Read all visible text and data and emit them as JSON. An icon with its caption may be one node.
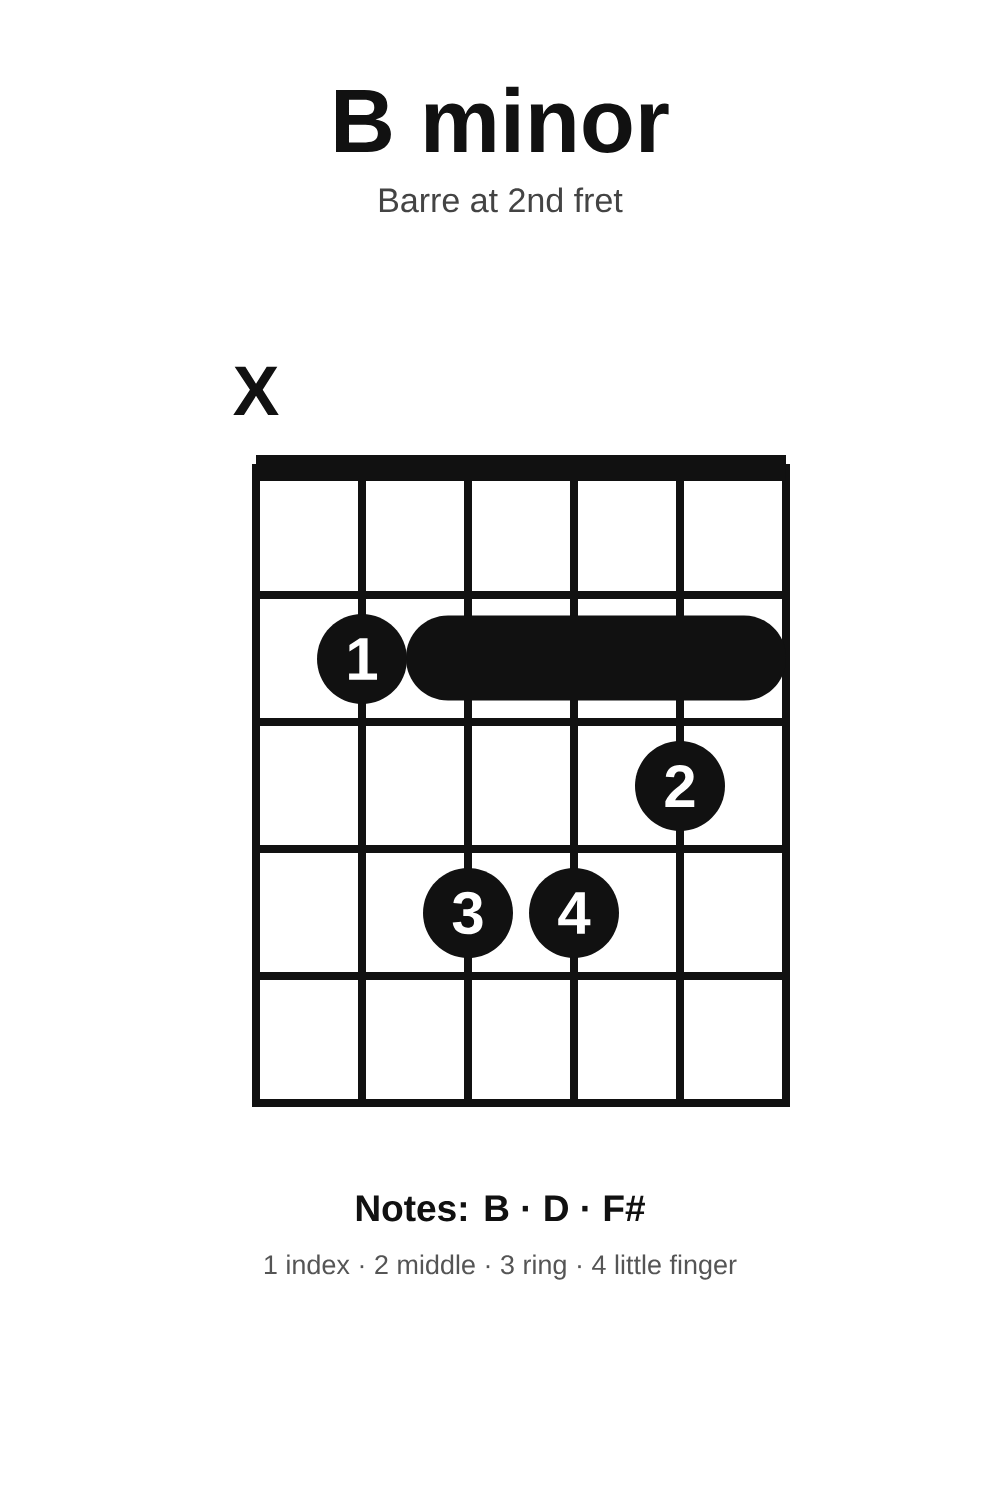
{
  "diagram": {
    "title": "B minor",
    "nodes": [
      {
        "text": [
          "1"
        ]
      },
      {
        "text": [],
        "shape": "bar"
      },
      {
        "text": [
          "2"
        ]
      },
      {
        "text": [
          "3"
        ]
      },
      {
        "text": [
          "4"
        ]
      }
    ],
    "labels": [
      "Barre at 2nd fret",
      "X",
      "Notes: B · D · F#",
      "1 index · 2 middle · 3 ring · 4 little finger"
    ]
  }
}
